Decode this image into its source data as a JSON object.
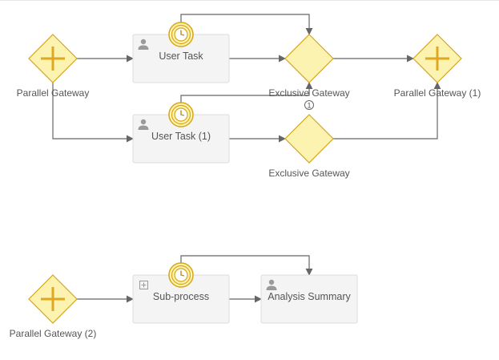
{
  "gateways": [
    {
      "id": "pg",
      "kind": "parallel",
      "label": "Parallel Gateway"
    },
    {
      "id": "eg1",
      "kind": "exclusive",
      "label": "Exclusive Gateway"
    },
    {
      "id": "pg1",
      "kind": "parallel",
      "label": "Parallel Gateway (1)"
    },
    {
      "id": "eg2",
      "kind": "exclusive",
      "label": "Exclusive Gateway"
    },
    {
      "id": "pg2",
      "kind": "parallel",
      "label": "Parallel Gateway (2)"
    }
  ],
  "tasks": [
    {
      "id": "ut",
      "kind": "user-task",
      "label": "User Task",
      "timer": true
    },
    {
      "id": "ut1",
      "kind": "user-task",
      "label": "User Task (1)",
      "timer": true
    },
    {
      "id": "sp",
      "kind": "sub-process",
      "label": "Sub-process",
      "timer": true
    },
    {
      "id": "as",
      "kind": "user-task",
      "label": "Analysis Summary",
      "timer": false
    }
  ],
  "timer_marker": {
    "label": "1"
  },
  "colors": {
    "gateway_fill": "#fdf3b0",
    "gateway_stroke": "#d6a619",
    "parallel_plus": "#e0a820",
    "timer_fill": "#fdf3b0",
    "timer_stroke": "#d6a619",
    "task_fill": "#f4f4f4",
    "task_stroke": "#dcdcdc",
    "edge": "#666666",
    "icon": "#9a9a9a"
  }
}
